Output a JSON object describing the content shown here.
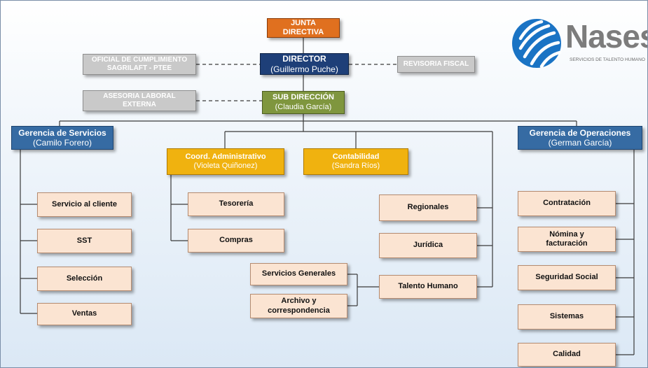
{
  "logo": {
    "name": "Nases",
    "tagline": "SERVICIOS DE TALENTO HUMANO"
  },
  "nodes": {
    "junta": {
      "title": "JUNTA",
      "subtitle": "DIRECTIVA"
    },
    "director": {
      "title": "DIRECTOR",
      "subtitle": "(Guillermo Puche)"
    },
    "oficial": {
      "title": "OFICIAL DE CUMPLIMIENTO",
      "subtitle": "SAGRILAFT - PTEE"
    },
    "revisoria": {
      "title": "REVISORIA FISCAL"
    },
    "asesoria": {
      "title": "ASESORIA LABORAL",
      "subtitle": "EXTERNA"
    },
    "subdireccion": {
      "title": "SUB DIRECCIÓN",
      "subtitle": "(Claudia García)"
    },
    "gerencia_servicios": {
      "title": "Gerencia de Servicios",
      "subtitle": "(Camilo Forero)"
    },
    "gerencia_operaciones": {
      "title": "Gerencia de Operaciones",
      "subtitle": "(German García)"
    },
    "coord_admin": {
      "title": "Coord. Administrativo",
      "subtitle": "(Violeta Quiñonez)"
    },
    "contabilidad": {
      "title": "Contabilidad",
      "subtitle": "(Sandra Ríos)"
    }
  },
  "servicios_units": [
    "Servicio al cliente",
    "SST",
    "Selección",
    "Ventas"
  ],
  "admin_units": [
    "Tesorería",
    "Compras"
  ],
  "middle_units": [
    "Regionales",
    "Jurídica",
    "Talento Humano"
  ],
  "talento_units": [
    "Servicios Generales",
    "Archivo y correspondencia"
  ],
  "operaciones_units": [
    "Contratación",
    "Nómina y facturación",
    "Seguridad Social",
    "Sistemas",
    "Calidad"
  ],
  "colors": {
    "junta": "#e0701f",
    "director": "#1e3f78",
    "aux": "#c9c9c9",
    "subdireccion": "#7f963e",
    "gerencia": "#366ba3",
    "coordinacion": "#f0b20f",
    "unit": "#fbe4d2",
    "logo_blue": "#1a73c4"
  }
}
